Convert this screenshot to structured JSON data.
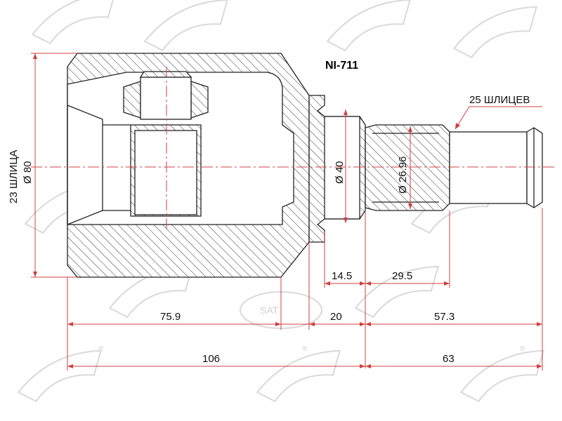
{
  "part_number": "NI-711",
  "labels": {
    "outer_splines": "23 ШЛИЦА",
    "outer_diameter": "Ø 80",
    "collar_diameter": "Ø 40",
    "shaft_diameter": "Ø 26.96",
    "shaft_splines": "25 ШЛИЦЕВ"
  },
  "dimensions": {
    "d_14_5": "14.5",
    "d_29_5": "29.5",
    "d_75_9": "75.9",
    "d_20": "20",
    "d_57_3": "57.3",
    "d_106": "106",
    "d_63": "63"
  },
  "watermark": {
    "brand": "SAT",
    "registered_mark": "®"
  },
  "colors": {
    "dimension_line": "#d04040",
    "drawing_line": "#222222",
    "watermark": "#d9d9d9"
  }
}
